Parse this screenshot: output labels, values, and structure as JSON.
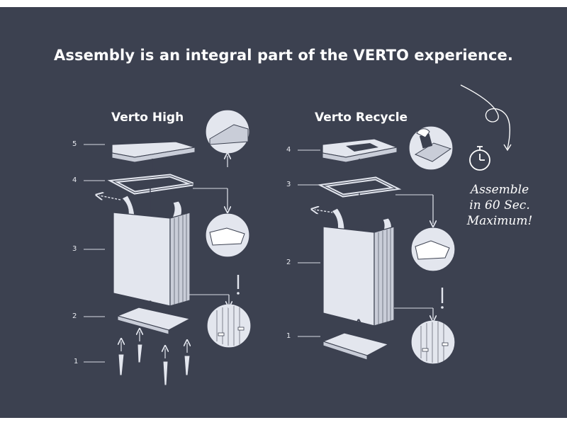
{
  "title": "Assembly is an integral part of the VERTO experience.",
  "verto_high": {
    "label": "Verto High",
    "numbers": [
      "5",
      "4",
      "3",
      "2",
      "1"
    ]
  },
  "verto_recycle": {
    "label": "Verto Recycle",
    "numbers": [
      "4",
      "3",
      "2",
      "1"
    ]
  },
  "note": {
    "line1": "Assemble",
    "line2": "in 60 Sec.",
    "line3": "Maximum!"
  },
  "colors": {
    "background": "#3c4150",
    "panel": "#e3e6ee",
    "stroke": "#3c4150",
    "line": "#d7dbe4"
  }
}
